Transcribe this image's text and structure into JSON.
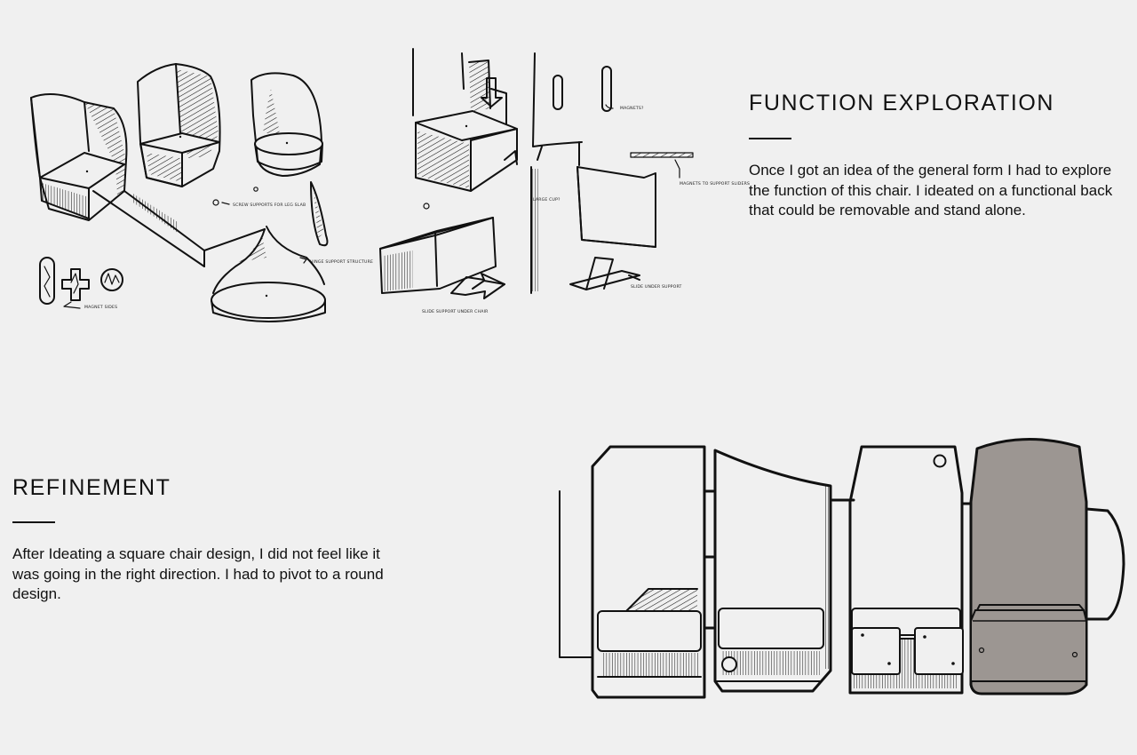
{
  "section_function": {
    "title": "FUNCTION EXPLORATION",
    "body": "Once I got an idea of the general form I had to explore the function of this chair. I ideated on a functional back that could be removable and stand alone."
  },
  "section_refinement": {
    "title": "REFINEMENT",
    "body": "After Ideating a square chair design, I did not feel like it was going in the right direction. I had to pivot to a round design."
  },
  "sketch_annotations": {
    "magnet_sides": "MAGNET SIDES",
    "screw_supports": "SCREW SUPPORTS FOR LEG SLAB",
    "hinge_support": "HINGE SUPPORT STRUCTURE",
    "magnets_question": "MAGNETS?",
    "magnets_support_sliders": "MAGNETS TO SUPPORT SLIDERS",
    "large_cup": "LARGE CUP?",
    "slide_support_under_chair": "SLIDE SUPPORT UNDER CHAIR",
    "slide_under_support": "SLIDE UNDER SUPPORT"
  },
  "colors": {
    "background": "#f0f0f0",
    "ink": "#111111",
    "upholstery_fill": "#9c9692"
  }
}
